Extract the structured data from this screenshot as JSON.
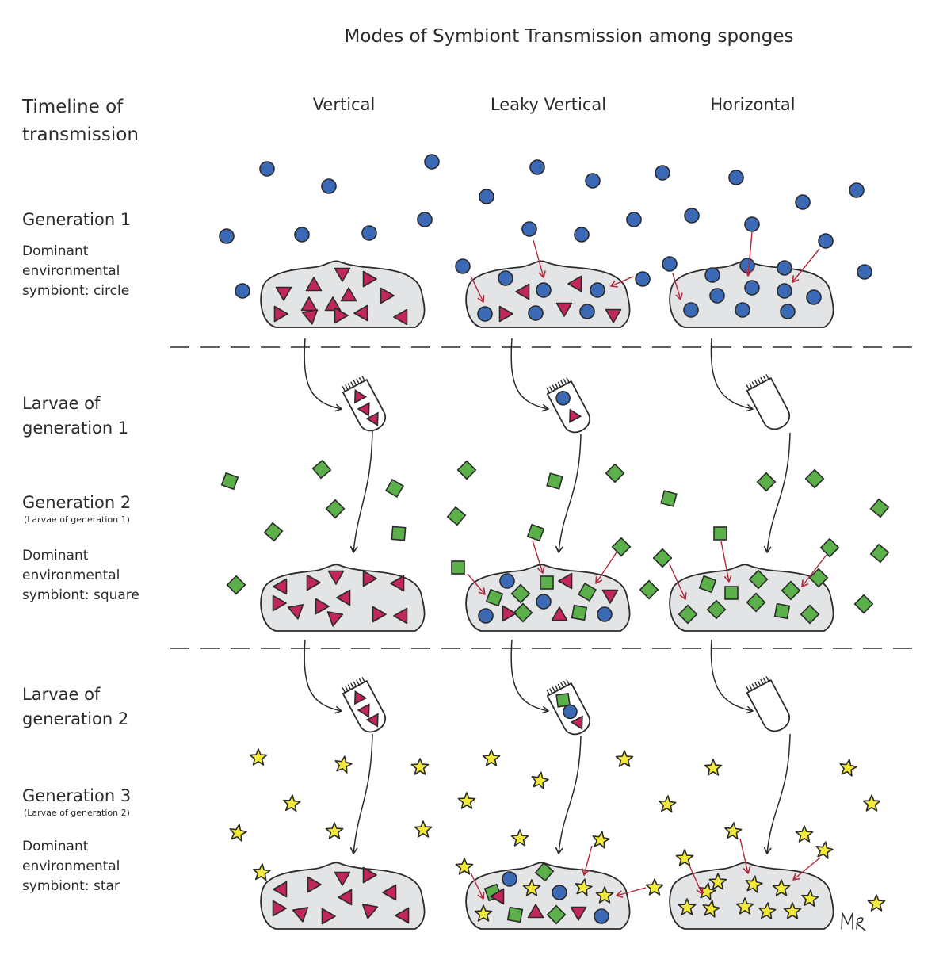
{
  "title": "Modes of Symbiont Transmission among sponges",
  "columns": [
    "Vertical",
    "Leaky Vertical",
    "Horizontal"
  ],
  "timeline_heading": [
    "Timeline of",
    "transmission"
  ],
  "generation1": {
    "label": "Generation 1",
    "desc": [
      "Dominant",
      "environmental",
      "symbiont: circle"
    ]
  },
  "larvae1": {
    "label": [
      "Larvae of",
      "generation 1"
    ]
  },
  "generation2": {
    "label": "Generation 2",
    "sub": "(Larvae of generation 1)",
    "desc": [
      "Dominant",
      "environmental",
      "symbiont: square"
    ]
  },
  "larvae2": {
    "label": [
      "Larvae of",
      "generation 2"
    ]
  },
  "generation3": {
    "label": "Generation 3",
    "sub": "(Larvae of generation 2)",
    "desc": [
      "Dominant",
      "environmental",
      "symbiont: star"
    ]
  },
  "signature": "MR",
  "colors": {
    "circle": "#3b69b5",
    "square": "#5bb04a",
    "star": "#f2e93a",
    "triangle": "#c2265a",
    "arrow_red": "#b0283a",
    "sponge_fill": "#e3e4e6",
    "outline": "#2b2b2b"
  }
}
